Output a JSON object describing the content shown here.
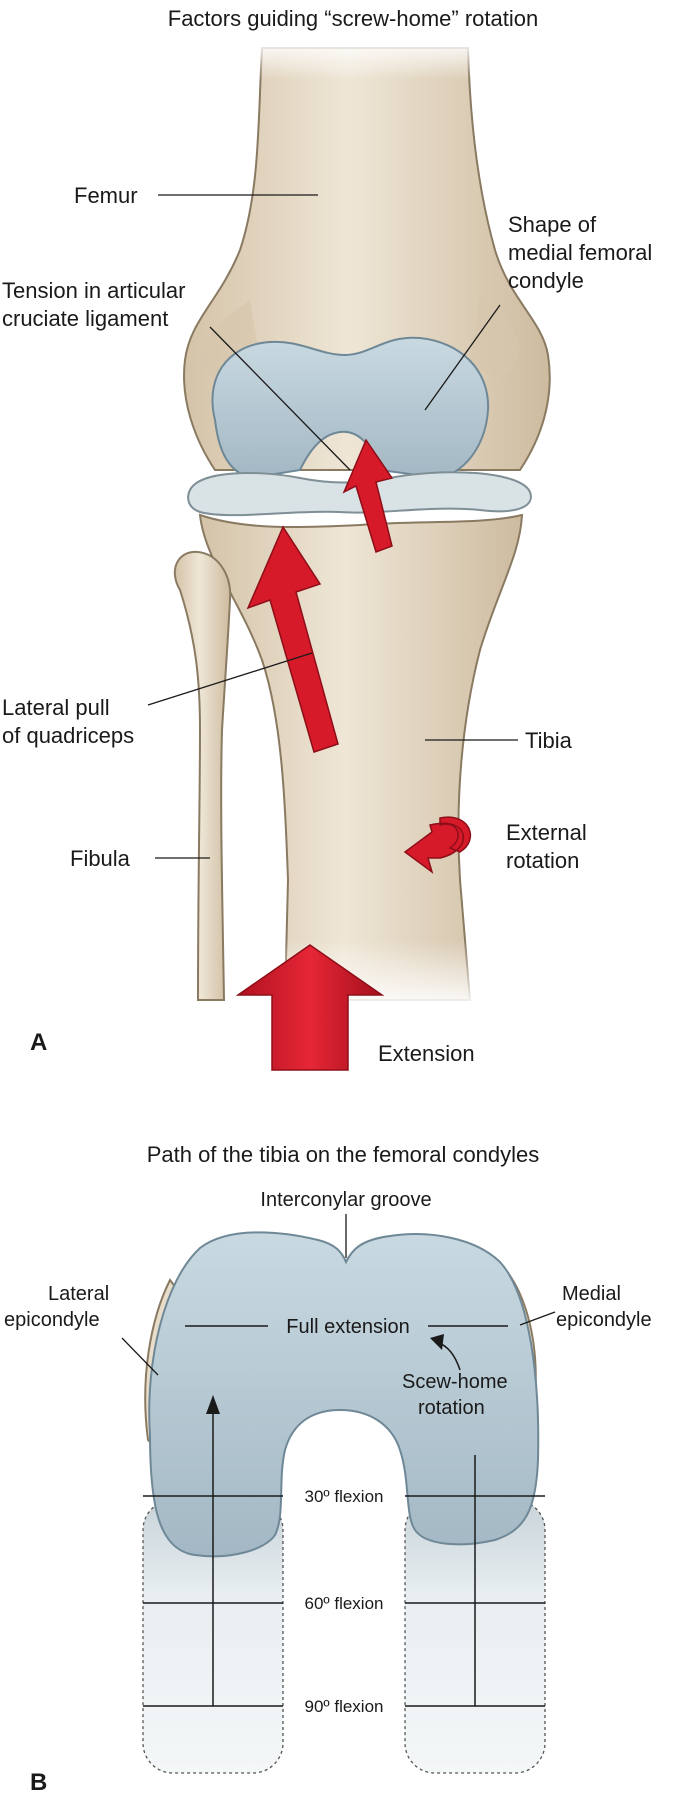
{
  "panel_a": {
    "title": "Factors guiding “screw-home” rotation",
    "panel_letter": "A",
    "labels": {
      "femur": "Femur",
      "shape_line1": "Shape of",
      "shape_line2": "medial femoral",
      "shape_line3": "condyle",
      "tension_line1": "Tension in articular",
      "tension_line2": "cruciate ligament",
      "lateral_pull_line1": "Lateral pull",
      "lateral_pull_line2": "of quadriceps",
      "tibia": "Tibia",
      "fibula": "Fibula",
      "external_line1": "External",
      "external_line2": "rotation",
      "extension": "Extension"
    }
  },
  "panel_b": {
    "title": "Path of the tibia on the femoral condyles",
    "panel_letter": "B",
    "labels": {
      "groove": "Interconylar groove",
      "lateral_line1": "Lateral",
      "lateral_line2": "epicondyle",
      "medial_line1": "Medial",
      "medial_line2": "epicondyle",
      "full_extension": "Full extension",
      "screw_line1": "Scew-home",
      "screw_line2": "rotation",
      "flexion_30": "30º flexion",
      "flexion_60": "60º flexion",
      "flexion_90": "90º flexion"
    }
  },
  "colors": {
    "bone": "#e8ddcb",
    "cartilage": "#b8ccd6",
    "arrow_red": "#d61a2a"
  }
}
